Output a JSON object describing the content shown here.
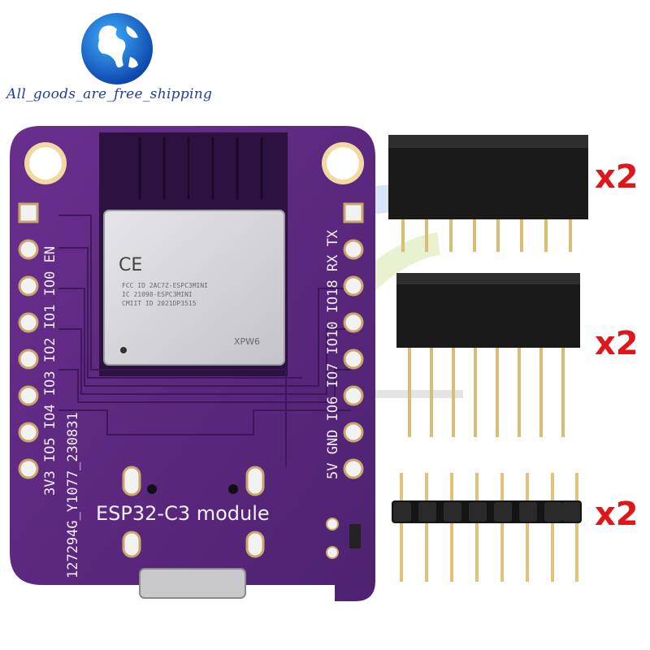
{
  "store": {
    "name": "All_goods_are_free_shipping",
    "globe_icon": "globe-icon"
  },
  "board": {
    "title": "ESP32-C3 module",
    "left_pins": "3V3 IO5  IO4 IO3 IO2 IO1 IO0   EN",
    "left_pins_id": "127294G_Y1077_230831",
    "right_pins": "5V GND IO6 IO7 IO10 IO18 RX  TX",
    "shield_text": [
      "FCC ID 2AC7Z-ESPC3MINI",
      "IC 21098-ESPC3MINI",
      "CMIIT ID 2021DP3515"
    ],
    "ce_mark": "CE",
    "chip_code": "XPW6",
    "colors": {
      "pcb": "#5a2a7e",
      "pcb_dark": "#3f1a5c",
      "shield": "#d9d9dd"
    }
  },
  "accessories": [
    {
      "type": "female-header-short",
      "quantity": "x2"
    },
    {
      "type": "female-header-long",
      "quantity": "x2"
    },
    {
      "type": "male-header",
      "quantity": "x2"
    }
  ]
}
